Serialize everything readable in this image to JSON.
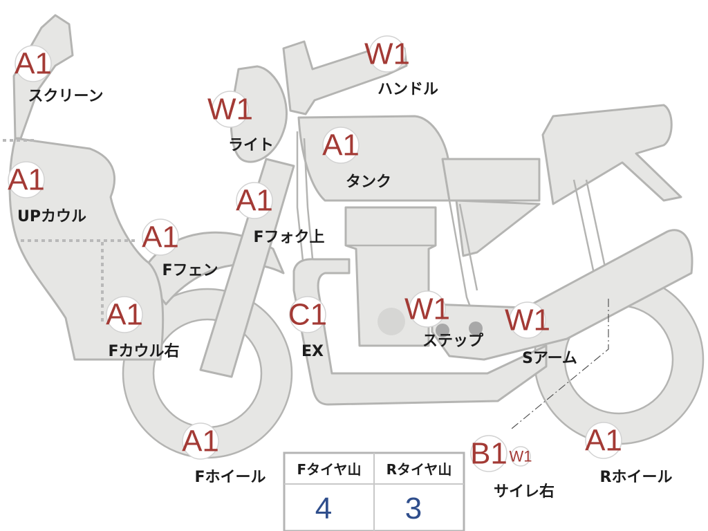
{
  "colors": {
    "part_fill": "#e6e6e4",
    "outline": "#b4b4b2",
    "badge_text": "#a33a35",
    "label_text": "#1c1c1c",
    "table_value": "#2f4e8c"
  },
  "parts": [
    {
      "id": "screen",
      "grade": "A1",
      "label": "スクリーン"
    },
    {
      "id": "upcowl",
      "grade": "A1",
      "label": "UPカウル"
    },
    {
      "id": "fcowl_r",
      "grade": "A1",
      "label": "Fカウル右"
    },
    {
      "id": "light",
      "grade": "W1",
      "label": "ライト"
    },
    {
      "id": "handle",
      "grade": "W1",
      "label": "ハンドル"
    },
    {
      "id": "tank",
      "grade": "A1",
      "label": "タンク"
    },
    {
      "id": "ffork",
      "grade": "A1",
      "label": "Fフォク上"
    },
    {
      "id": "ffender",
      "grade": "A1",
      "label": "Fフェン"
    },
    {
      "id": "ex",
      "grade": "C1",
      "label": "EX"
    },
    {
      "id": "step",
      "grade": "W1",
      "label": "ステップ"
    },
    {
      "id": "sarm",
      "grade": "W1",
      "label": "Sアーム"
    },
    {
      "id": "fwheel",
      "grade": "A1",
      "label": "Fホイール"
    },
    {
      "id": "silencer",
      "grade": "B1",
      "grade2": "W1",
      "label": "サイレ右"
    },
    {
      "id": "rwheel",
      "grade": "A1",
      "label": "Rホイール"
    }
  ],
  "tire_table": {
    "headers": [
      "Fタイヤ山",
      "Rタイヤ山"
    ],
    "values": [
      "4",
      "3"
    ]
  }
}
